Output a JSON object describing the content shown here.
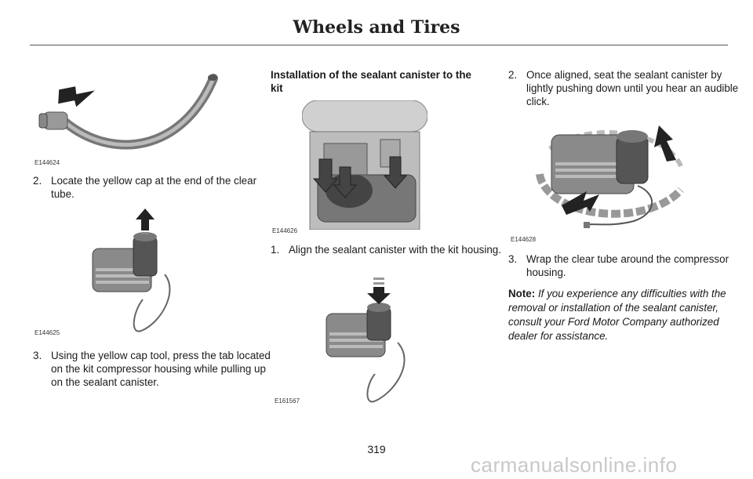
{
  "header": {
    "title": "Wheels and Tires"
  },
  "column1": {
    "figure1_id": "E144624",
    "step2": {
      "num": "2.",
      "text": "Locate the yellow cap at the end of the clear tube."
    },
    "figure2_id": "E144625",
    "step3": {
      "num": "3.",
      "text": "Using the yellow cap tool, press the tab located on the kit compressor housing while pulling up on the sealant canister."
    }
  },
  "column2": {
    "heading": "Installation of the sealant canister to the kit",
    "figure1_id": "E144626",
    "step1": {
      "num": "1.",
      "text": "Align the sealant canister with the kit housing."
    },
    "figure2_id": "E161567"
  },
  "column3": {
    "step2": {
      "num": "2.",
      "text": "Once aligned, seat the sealant canister by lightly pushing down until you hear an audible click."
    },
    "figure_id": "E144628",
    "step3": {
      "num": "3.",
      "text": "Wrap the clear tube around the compressor housing."
    },
    "note_label": "Note:",
    "note_text": "If you experience any difficulties with the removal or installation of the sealant canister, consult your Ford Motor Company authorized dealer for assistance."
  },
  "footer": {
    "page_number": "319"
  },
  "watermark": {
    "text": "carmanualsonline.info"
  }
}
